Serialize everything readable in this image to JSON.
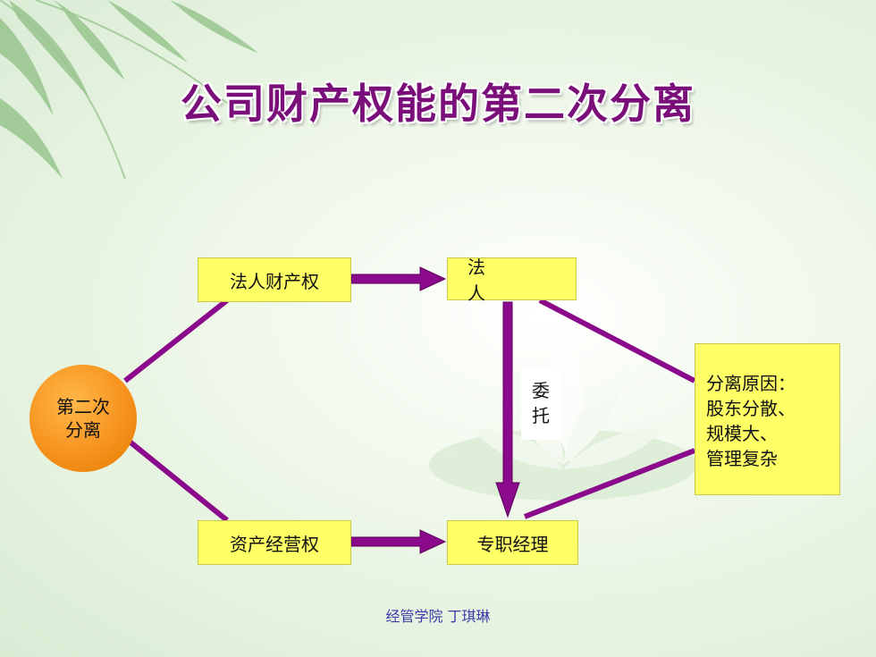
{
  "title": "公司财产权能的第二次分离",
  "nodes": {
    "corporate_property_right": "法人财产权",
    "legal_person": "法　人",
    "asset_operation_right": "资产经营权",
    "professional_manager": "专职经理",
    "second_separation": [
      "第二次",
      "分离"
    ],
    "delegation": [
      "委",
      "托"
    ],
    "separation_reasons": [
      "分离原因：",
      "股东分散、",
      "规模大、",
      "管理复杂"
    ]
  },
  "footer": "经管学院 丁琪琳",
  "colors": {
    "title": "#7a0f7a",
    "connector": "#8b0a8b",
    "box": "#ffff66",
    "circle": "#f7931e",
    "footer": "#3a3aa8"
  }
}
